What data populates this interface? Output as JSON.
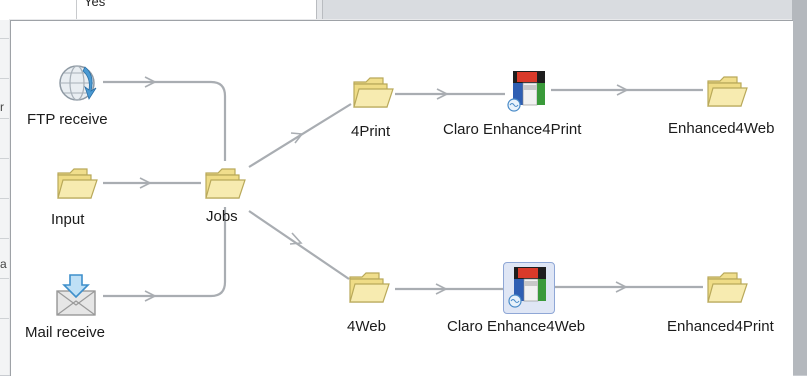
{
  "background": {
    "table_cell": "Yes",
    "left_glyphs": [
      "r",
      "a"
    ]
  },
  "flow": {
    "nodes": {
      "ftp_receive": {
        "label": "FTP receive",
        "icon": "ftp-globe-icon"
      },
      "input": {
        "label": "Input",
        "icon": "folder-icon"
      },
      "mail_receive": {
        "label": "Mail receive",
        "icon": "mail-icon"
      },
      "jobs": {
        "label": "Jobs",
        "icon": "folder-icon"
      },
      "print4": {
        "label": "4Print",
        "icon": "folder-icon"
      },
      "web4": {
        "label": "4Web",
        "icon": "folder-icon"
      },
      "claro_print": {
        "label": "Claro Enhance4Print",
        "icon": "claro-app-icon"
      },
      "claro_web": {
        "label": "Claro Enhance4Web",
        "icon": "claro-app-icon",
        "selected": true
      },
      "enhanced4web": {
        "label": "Enhanced4Web",
        "icon": "folder-icon"
      },
      "enhanced4print": {
        "label": "Enhanced4Print",
        "icon": "folder-icon"
      }
    }
  },
  "colors": {
    "folder_fill": "#f3e49a",
    "folder_stroke": "#b9a95a",
    "connector": "#a9adb2",
    "selection": "#b7c6e6"
  }
}
